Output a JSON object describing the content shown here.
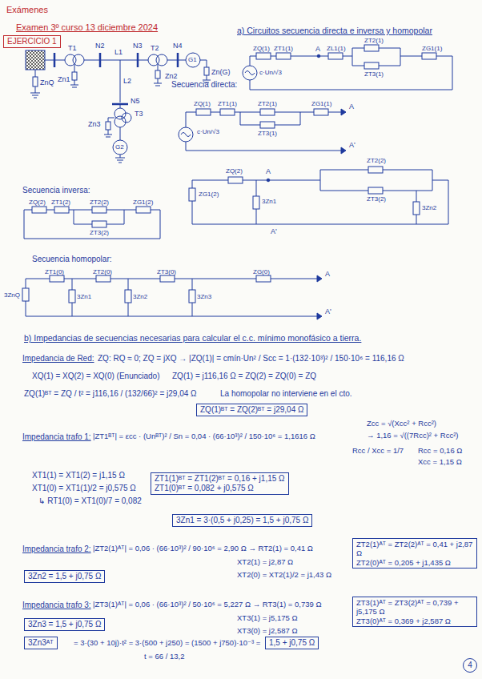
{
  "diagram": {
    "nodes": [
      {
        "text": [
          "EJERCICIO 1"
        ]
      },
      {
        "text": [
          "ZQ(1)ᴮᵀ = ZQ(2)ᴮᵀ = j29,04 Ω"
        ]
      },
      {
        "text": [
          "ZT1(1)ᴮᵀ = ZT1(2)ᴮᵀ = 0,16 + j1,15 Ω",
          "ZT1(0)ᴮᵀ = 0,082 + j0,575 Ω"
        ]
      },
      {
        "text": [
          "3Zn1 = 3·(0,5 + j0,25) = 1,5 + j0,75 Ω"
        ]
      },
      {
        "text": [
          "ZT2(1)ᴬᵀ = ZT2(2)ᴬᵀ = 0,41 + j2,87 Ω",
          "ZT2(0)ᴬᵀ = 0,205 + j1,435 Ω"
        ]
      },
      {
        "text": [
          "3Zn2 = 1,5 + j0,75 Ω"
        ]
      },
      {
        "text": [
          "ZT3(1)ᴬᵀ = ZT3(2)ᴬᵀ = 0,739 + j5,175 Ω",
          "ZT3(0)ᴬᵀ = 0,369 + j2,587 Ω"
        ]
      },
      {
        "text": [
          "3Zn3 = 1,5 + j0,75 Ω"
        ]
      },
      {
        "text": [
          "3Zn3ᴬᵀ"
        ]
      },
      {
        "text": [
          "1,5 + j0,75 Ω"
        ]
      },
      {
        "text": [
          "4"
        ]
      }
    ],
    "labels": [
      "Exámenes",
      "Examen 3º curso 13 diciembre 2024",
      "N1",
      "N2",
      "L1",
      "N3",
      "T2",
      "N4",
      "T1",
      "G1",
      "Zn1",
      "Zn2",
      "Zn(G)",
      "ZnQ",
      "L2",
      "N5",
      "T3",
      "Zn3",
      "G2",
      "a) Circuitos secuencia directa e inversa y homopolar",
      "Secuencia directa:",
      "Secuencia inversa:",
      "Secuencia homopolar:",
      "ZQ(1)",
      "ZT1(1)",
      "A",
      "ZL1(1)",
      "ZT2(1)",
      "ZT3(1)",
      "ZG1(1)",
      "c·Un/√3",
      "c·Un/√3",
      "ZQ(1)",
      "ZT1(1)",
      "ZT2(1)",
      "ZT3(1)",
      "ZG1(1)",
      "A",
      "A'",
      "ZG1(2)",
      "ZQ(2)",
      "A",
      "3Zn1",
      "ZT2(2)",
      "ZT3(2)",
      "3Zn2",
      "A'",
      "ZQ(2)",
      "ZT1(2)",
      "ZT2(2)",
      "ZT3(2)",
      "ZG1(2)",
      "3ZnQ",
      "ZT1(0)",
      "3Zn1",
      "ZT2(0)",
      "3Zn2",
      "ZT3(0)",
      "3Zn3",
      "ZG(0)",
      "A",
      "A'",
      "b) Impedancias de secuencias necesarias para calcular el c.c. mínimo monofásico a tierra.",
      "Impedancia de Red:",
      "ZQ: RQ ≈ 0; ZQ = jXQ → |ZQ(1)| = cmín·Un² / Scc = 1·(132·10³)² / 150·10⁶ = 116,16 Ω",
      "XQ(1) = XQ(2) = XQ(0) (Enunciado)",
      "ZQ(1) = j116,16 Ω = ZQ(2) = ZQ(0) = ZQ",
      "ZQ(1)ᴮᵀ = ZQ / t² = j116,16 / (132/66)² = j29,04 Ω",
      "La homopolar no interviene en el cto.",
      "Impedancia trafo 1:",
      "|ZT1ᴮᵀ| = εcc · (Unᴮᵀ)² / Sn = 0,04 · (66·10³)² / 150·10⁶ = 1,1616 Ω",
      "Zcc = √(Xcc² + Rcc²)",
      "→ 1,16 = √((7Rcc)² + Rcc²)",
      "Rcc / Xcc = 1/7",
      "Rcc = 0,16 Ω",
      "Xcc = 1,15 Ω",
      "XT1(1) = XT1(2) = j1,15 Ω",
      "XT1(0) = XT1(1)/2 = j0,575 Ω",
      "↳ RT1(0) = XT1(0)/7 = 0,082",
      "Impedancia trafo 2:",
      "|ZT2(1)ᴬᵀ| = 0,06 · (66·10³)² / 90·10⁶ = 2,90 Ω → RT2(1) = 0,41 Ω",
      "XT2(1) = j2,87 Ω",
      "XT2(0) = XT2(1)/2 = j1,43 Ω",
      "Impedancia trafo 3:",
      "|ZT3(1)ᴬᵀ| = 0,06 · (66·10³)² / 50·10⁶ = 5,227 Ω → RT3(1) = 0,739 Ω",
      "XT3(1) = j5,175 Ω",
      "XT3(0) = j2,587 Ω",
      "= 3·(30 + 10j)·t² = 3·(500 + j250) = (1500 + j750)·10⁻³ =",
      "t = 66 / 13,2"
    ]
  }
}
